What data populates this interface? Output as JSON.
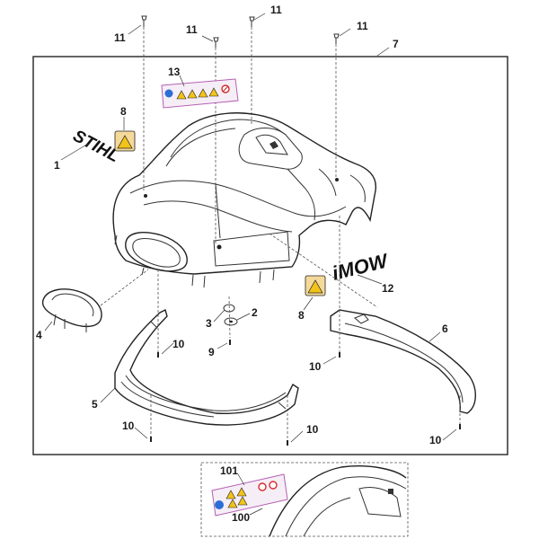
{
  "diagram": {
    "logos": {
      "stihl": "STIHL",
      "imow": "iMOW"
    },
    "callouts": [
      {
        "id": "c11a",
        "text": "11"
      },
      {
        "id": "c11b",
        "text": "11"
      },
      {
        "id": "c11c",
        "text": "11"
      },
      {
        "id": "c11d",
        "text": "11"
      },
      {
        "id": "c7",
        "text": "7"
      },
      {
        "id": "c13",
        "text": "13"
      },
      {
        "id": "c8a",
        "text": "8"
      },
      {
        "id": "c1",
        "text": "1"
      },
      {
        "id": "c12",
        "text": "12"
      },
      {
        "id": "c8b",
        "text": "8"
      },
      {
        "id": "c4",
        "text": "4"
      },
      {
        "id": "c3",
        "text": "3"
      },
      {
        "id": "c2",
        "text": "2"
      },
      {
        "id": "c6",
        "text": "6"
      },
      {
        "id": "c9",
        "text": "9"
      },
      {
        "id": "c10a",
        "text": "10"
      },
      {
        "id": "c10b",
        "text": "10"
      },
      {
        "id": "c5",
        "text": "5"
      },
      {
        "id": "c10c",
        "text": "10"
      },
      {
        "id": "c10d",
        "text": "10"
      },
      {
        "id": "c10e",
        "text": "10"
      },
      {
        "id": "c101",
        "text": "101"
      },
      {
        "id": "c100",
        "text": "100"
      }
    ]
  }
}
